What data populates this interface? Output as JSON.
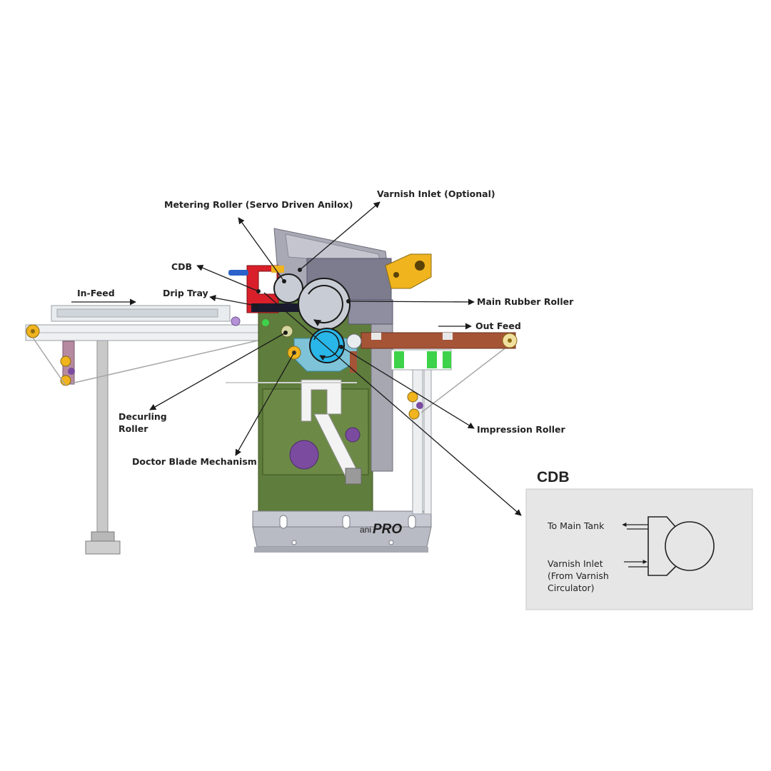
{
  "callouts": {
    "metering_roller": "Metering Roller  (Servo Driven Anilox)",
    "varnish_inlet_optional": "Varnish Inlet (Optional)",
    "cdb": "CDB",
    "drip_tray": "Drip Tray",
    "main_rubber_roller": "Main Rubber Roller",
    "in_feed": "In-Feed",
    "out_feed": "Out Feed",
    "decurling_roller_line1": "Decurling",
    "decurling_roller_line2": "Roller",
    "impression_roller": "Impression Roller",
    "doctor_blade_mechanism": "Doctor Blade Mechanism"
  },
  "brand": {
    "prefix": "ani",
    "name": "PRO"
  },
  "inset": {
    "title": "CDB",
    "to_main_tank": "To Main Tank",
    "varnish_inlet_line1": "Varnish Inlet",
    "varnish_inlet_line2": "(From Varnish",
    "varnish_inlet_line3": "Circulator)"
  },
  "colors": {
    "frame_green": "#5f7d3c",
    "cdb_red": "#d9202a",
    "roller_blue": "#29b6e8",
    "bracket_yellow": "#f0b41e",
    "outfeed_brown": "#a65436",
    "highlight_green": "#3ed24a",
    "inset_bg": "#e6e6e6"
  }
}
